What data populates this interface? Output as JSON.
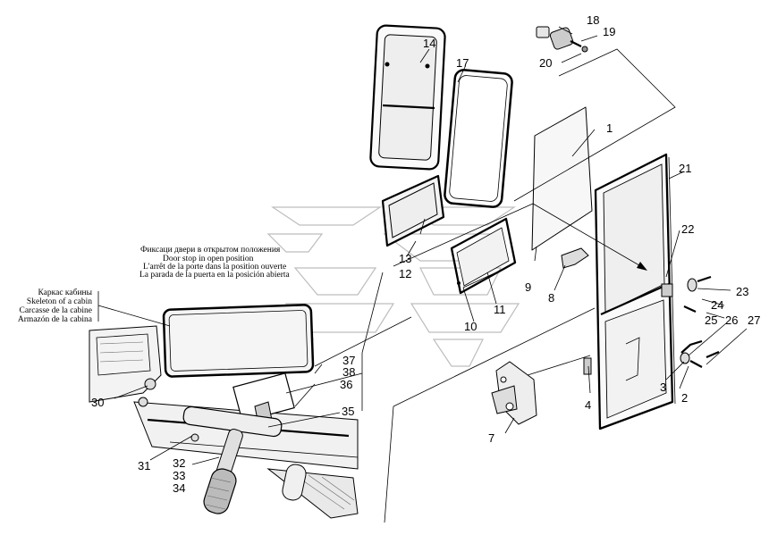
{
  "captions": {
    "door_stop": [
      "Фиксаци двери в открытом положения",
      "Door stop in open position",
      "L'arrêt de la porte dans la position ouverte",
      "La parada de la puerta en la posición abierta"
    ],
    "cabin_skeleton": [
      "Каркас кабины",
      "Skeleton of a cabin",
      "Carcasse de la cabine",
      "Armazón de la cabina"
    ]
  },
  "callouts": {
    "n1": "1",
    "n2": "2",
    "n3": "3",
    "n4": "4",
    "n7": "7",
    "n8": "8",
    "n9": "9",
    "n10": "10",
    "n11": "11",
    "n12": "12",
    "n13": "13",
    "n14": "14",
    "n17": "17",
    "n18": "18",
    "n19": "19",
    "n20": "20",
    "n21": "21",
    "n22": "22",
    "n23": "23",
    "n24": "24",
    "n25": "25",
    "n26": "26",
    "n27": "27",
    "n30": "30",
    "n31": "31",
    "n32": "32",
    "n33": "33",
    "n34": "34",
    "n35": "35",
    "n36": "36",
    "n37": "37",
    "n38": "38"
  }
}
